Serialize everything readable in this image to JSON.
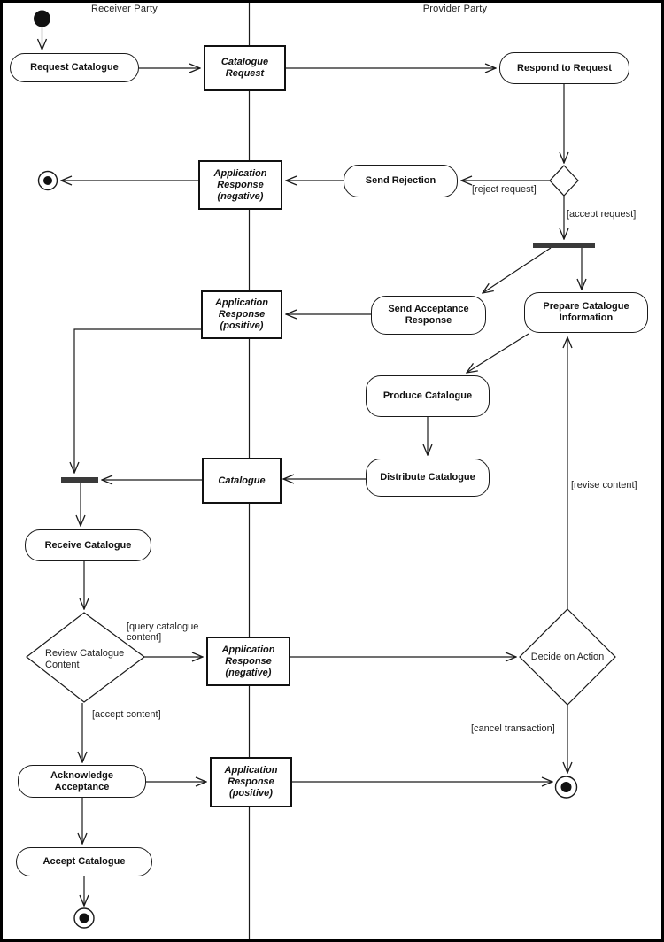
{
  "lanes": {
    "receiver": "Receiver Party",
    "provider": "Provider Party"
  },
  "activities": {
    "request_catalogue": "Request Catalogue",
    "respond_to_request": "Respond to Request",
    "send_rejection": "Send Rejection",
    "send_acceptance_response": "Send Acceptance\nResponse",
    "prepare_catalogue_information": "Prepare Catalogue\nInformation",
    "produce_catalogue": "Produce Catalogue",
    "distribute_catalogue": "Distribute Catalogue",
    "receive_catalogue": "Receive Catalogue",
    "acknowledge_acceptance": "Acknowledge Acceptance",
    "accept_catalogue": "Accept Catalogue"
  },
  "objects": {
    "catalogue_request": "Catalogue\nRequest",
    "application_response_negative_top": "Application\nResponse\n(negative)",
    "application_response_positive_top": "Application\nResponse\n(positive)",
    "catalogue": "Catalogue",
    "application_response_negative_bottom": "Application\nResponse\n(negative)",
    "application_response_positive_bottom": "Application\nResponse\n(positive)"
  },
  "decisions": {
    "review_catalogue_content": "Review Catalogue\nContent",
    "decide_on_action": "Decide on Action"
  },
  "guards": {
    "reject_request": "[reject request]",
    "accept_request": "[accept request]",
    "query_catalogue_content": "[query catalogue\ncontent]",
    "accept_content": "[accept content]",
    "revise_content": "[revise content]",
    "cancel_transaction": "[cancel transaction]"
  },
  "colors": {
    "line": "#1a1a1a",
    "sync_bar": "#3a3a3a",
    "node_fill": "#ffffff",
    "background": "#ffffff",
    "frame": "#000000"
  }
}
